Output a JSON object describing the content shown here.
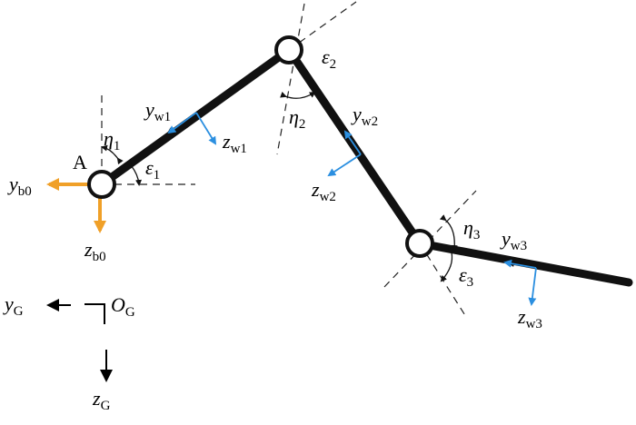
{
  "diagram": {
    "colors": {
      "link": "#111111",
      "local_axes": "#2b8fe0",
      "base_axes": "#f0a028",
      "global_axes": "#000000",
      "guides": "#222222"
    },
    "labels": {
      "joint_a": "A",
      "eps1": {
        "sym": "ε",
        "sub": "1"
      },
      "eps2": {
        "sym": "ε",
        "sub": "2"
      },
      "eps3": {
        "sym": "ε",
        "sub": "3"
      },
      "eta1": {
        "sym": "η",
        "sub": "1"
      },
      "eta2": {
        "sym": "η",
        "sub": "2"
      },
      "eta3": {
        "sym": "η",
        "sub": "3"
      },
      "yw1": {
        "sym": "y",
        "sub": "w1"
      },
      "zw1": {
        "sym": "z",
        "sub": "w1"
      },
      "yw2": {
        "sym": "y",
        "sub": "w2"
      },
      "zw2": {
        "sym": "z",
        "sub": "w2"
      },
      "yw3": {
        "sym": "y",
        "sub": "w3"
      },
      "zw3": {
        "sym": "z",
        "sub": "w3"
      },
      "yb0": {
        "sym": "y",
        "sub": "b0"
      },
      "zb0": {
        "sym": "z",
        "sub": "b0"
      },
      "yG": {
        "sym": "y",
        "sub": "G"
      },
      "zG": {
        "sym": "z",
        "sub": "G"
      },
      "OG": {
        "sym": "O",
        "sub": "G"
      }
    }
  }
}
